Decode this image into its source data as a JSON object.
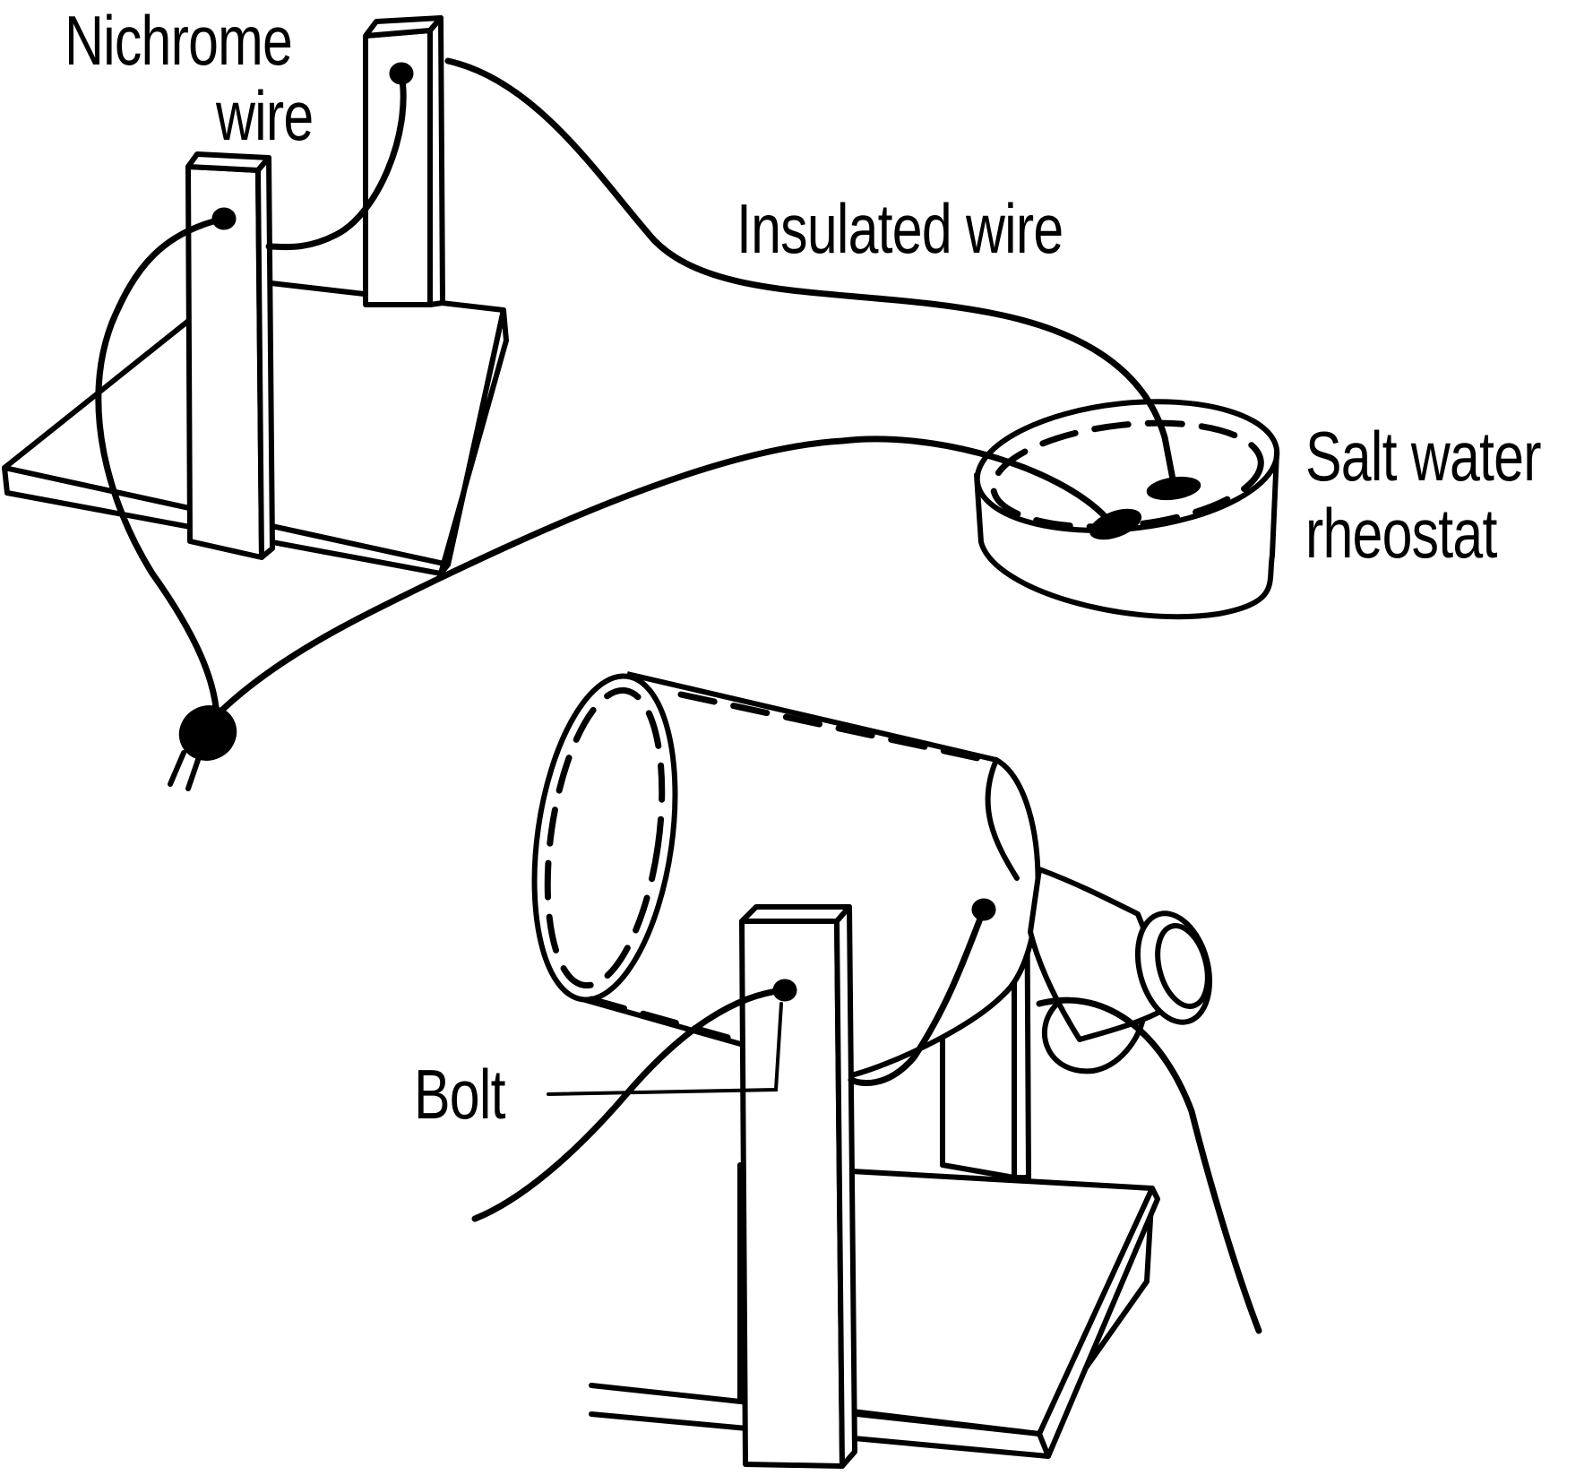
{
  "labels": {
    "nichrome": [
      "Nichrome",
      "wire"
    ],
    "insulated": "Insulated wire",
    "rheostat": [
      "Salt water",
      "rheostat"
    ],
    "bolt": "Bolt"
  }
}
